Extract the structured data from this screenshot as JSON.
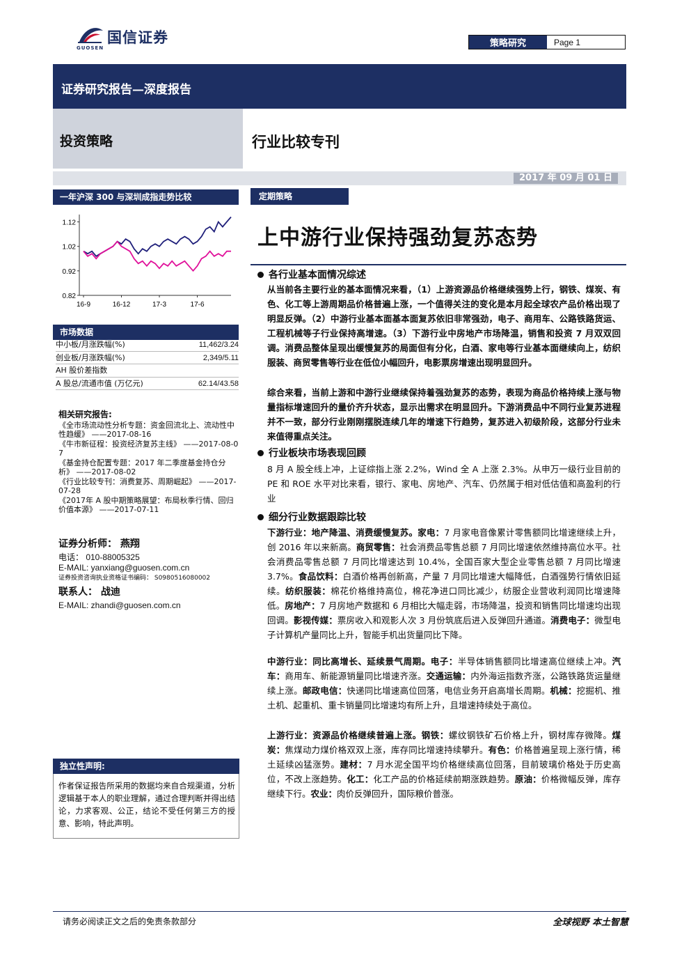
{
  "header": {
    "logo_text": "国信证券",
    "logo_sub": "GUOSEN",
    "section_tag": "策略研究",
    "page_label": "Page 1",
    "banner_title": "证券研究报告—深度报告",
    "category_left": "投资策略",
    "category_right": "行业比较专刊",
    "date": "2017 年 09 月 01 日",
    "brand_color": "#1d2f63"
  },
  "sidebar": {
    "chart_heading": "一年沪深 300 与深圳成指走势比较",
    "market_heading": "市场数据",
    "market_rows": [
      {
        "label": "中小板/月涨跌幅(%)",
        "value": "11,462/3.24"
      },
      {
        "label": "创业板/月涨跌幅(%)",
        "value": "2,349/5.11"
      },
      {
        "label": "AH 股价差指数",
        "value": ""
      },
      {
        "label": "A 股总/流通市值 (万亿元)",
        "value": "62.14/43.58"
      }
    ],
    "related_title": "相关研究报告:",
    "related_items": [
      "《全市场流动性分析专题：资金回流北上、流动性中性趋缓》 ——2017-08-16",
      "《牛市新征程：投资经济复苏主线》 ——2017-08-07",
      "《基金持仓配置专题：2017 年二季度基金持仓分析》 ——2017-08-02",
      "《行业比较专刊：消费复苏、周期崛起》 ——2017-07-28",
      "《2017年 A 股中期策略展望：布局秋季行情、回归价值本源》 ——2017-07-11"
    ],
    "analyst_line": "证券分析师： 燕翔",
    "analyst_phone": "电话： 010-88005325",
    "analyst_email": "E-MAIL:    yanxiang@guosen.com.cn",
    "analyst_cert": "证券投资咨询执业资格证书编码： S0980516080002",
    "contact_line": "联系人： 战迪",
    "contact_email": "E-MAIL:    zhandi@guosen.com.cn",
    "declaration_heading": "独立性声明:",
    "declaration_text": "作者保证报告所采用的数据均来自合规渠道，分析逻辑基于本人的职业理解，通过合理判断并得出结论，力求客观、公正，结论不受任何第三方的授意、影响，特此声明。"
  },
  "chart_data": {
    "type": "line",
    "title": "",
    "xlabel": "",
    "ylabel": "",
    "x_ticks": [
      "16-9",
      "16-12",
      "17-3",
      "17-6"
    ],
    "y_ticks": [
      "0.82",
      "0.92",
      "1.02",
      "1.12"
    ],
    "ylim": [
      0.82,
      1.15
    ],
    "grid": false,
    "series": [
      {
        "color": "#1f1f7a",
        "values": [
          1.0,
          0.99,
          1.0,
          0.98,
          0.99,
          1.0,
          1.01,
          1.02,
          1.04,
          1.03,
          1.05,
          1.04,
          1.01,
          0.99,
          1.01,
          1.0,
          1.02,
          1.03,
          1.02,
          1.04,
          1.05,
          1.04,
          1.03,
          1.05,
          1.06,
          1.05,
          1.03,
          1.04,
          1.06,
          1.09,
          1.1,
          1.08,
          1.12,
          1.1,
          1.12,
          1.14
        ]
      },
      {
        "color": "#e0109a",
        "values": [
          1.0,
          0.98,
          0.99,
          0.97,
          0.99,
          1.0,
          1.01,
          1.02,
          1.04,
          1.02,
          1.01,
          1.0,
          0.97,
          0.95,
          0.96,
          0.94,
          0.96,
          0.95,
          0.93,
          0.95,
          0.94,
          0.96,
          0.94,
          0.95,
          0.96,
          0.94,
          0.92,
          0.94,
          0.97,
          0.98,
          1.0,
          0.98,
          0.99,
          0.98,
          1.0,
          1.0
        ]
      }
    ]
  },
  "main": {
    "tag": "定期策略",
    "title": "上中游行业保持强劲复苏态势",
    "sections": [
      {
        "heading": "各行业基本面情况综述"
      },
      {
        "heading": "行业板块市场表现回顾"
      },
      {
        "heading": "细分行业数据跟踪比较"
      }
    ],
    "p1": "从当前各主要行业的基本面情况来看，（1）上游资源品价格继续强势上行，钢铁、煤炭、有色、化工等上游周期品价格普遍上涨，一个值得关注的变化是本月起全球农产品价格出现了明显反弹。（2）中游行业基本面基本面复苏依旧非常强劲，电子、商用车、公路铁路货运、工程机械等子行业保持高增速。（3）下游行业中房地产市场降温，销售和投资 7 月双双回调。消费品整体呈现出缓慢复苏的局面但有分化，白酒、家电等行业基本面继续向上，纺织服装、商贸零售等行业在低位小幅回升，电影票房增速出现明显回升。",
    "p2": "综合来看，当前上游和中游行业继续保持着强劲复苏的态势，表现为商品价格持续上涨与物量指标增速回升的量价齐升状态，显示出需求在明显回升。下游消费品中不同行业复苏进程并不一致，部分行业刚刚摆脱连续几年的增速下行趋势，复苏进入初级阶段，这部分行业未来值得重点关注。",
    "p3": "8 月 A 股全线上冲，上证综指上涨 2.2%，Wind 全 A 上涨 2.3%。从申万一级行业目前的 PE 和 ROE 水平对比来看，银行、家电、房地产、汽车、仍然属于相对低估值和高盈利的行业",
    "down": [
      {
        "k": "下游行业：地产降温、消费缓慢复苏。",
        "t": ""
      },
      {
        "k": "家电：",
        "t": "7 月家电音像累计零售额同比增速继续上升，创 2016 年以来新高。"
      },
      {
        "k": "商贸零售：",
        "t": "社会消费品零售总额 7 月同比增速依然维持高位水平。社会消费品零售总额 7 月同比增速达到 10.4%，全国百家大型企业零售总额 7 月同比增速 3.7%。"
      },
      {
        "k": "食品饮料：",
        "t": "白酒价格再创新高，产量 7 月同比增速大幅降低，白酒强势行情依旧延续。"
      },
      {
        "k": "纺织服装：",
        "t": "棉花价格维持高位，棉花净进口同比减少，纺服企业营收利润同比增速降低。"
      },
      {
        "k": "房地产：",
        "t": "7 月房地产数据和 6 月相比大幅走弱，市场降温，投资和销售同比增速均出现回调。"
      },
      {
        "k": "影视传媒：",
        "t": "票房收入和观影人次 3 月份筑底后进入反弹回升通道。"
      },
      {
        "k": "消费电子：",
        "t": "微型电子计算机产量同比上升，智能手机出货量同比下降。"
      }
    ],
    "mid": [
      {
        "k": "中游行业：同比高增长、延续景气周期。",
        "t": ""
      },
      {
        "k": "电子：",
        "t": "半导体销售额同比增速高位继续上冲。"
      },
      {
        "k": "汽车：",
        "t": "商用车、新能源销量同比增速齐涨。"
      },
      {
        "k": "交通运输：",
        "t": "内外海运指数齐涨，公路铁路货运量继续上涨。"
      },
      {
        "k": "邮政电信：",
        "t": "快递同比增速高位回落，电信业务开启高增长周期。"
      },
      {
        "k": "机械：",
        "t": "挖掘机、推土机、起重机、重卡销量同比增速均有所上升，且增速持续处于高位。"
      }
    ],
    "up": [
      {
        "k": "上游行业：资源品价格继续普遍上涨。",
        "t": ""
      },
      {
        "k": "钢铁：",
        "t": "螺纹钢铁矿石价格上升，钢材库存微降。"
      },
      {
        "k": "煤炭：",
        "t": "焦煤动力煤价格双双上涨，库存同比增速持续攀升。"
      },
      {
        "k": "有色：",
        "t": "价格普遍呈现上涨行情，稀土延续凶猛涨势。"
      },
      {
        "k": "建材：",
        "t": "7 月水泥全国平均价格继续高位回落，目前玻璃价格处于历史高位，不改上涨趋势。"
      },
      {
        "k": "化工：",
        "t": "化工产品的价格延续前期涨跌趋势。"
      },
      {
        "k": "原油：",
        "t": "价格微幅反弹，库存继续下行。"
      },
      {
        "k": "农业：",
        "t": "肉价反弹回升，国际粮价普涨。"
      }
    ]
  },
  "footer": {
    "left": "请务必阅读正文之后的免责条款部分",
    "right": "全球视野   本土智慧"
  }
}
